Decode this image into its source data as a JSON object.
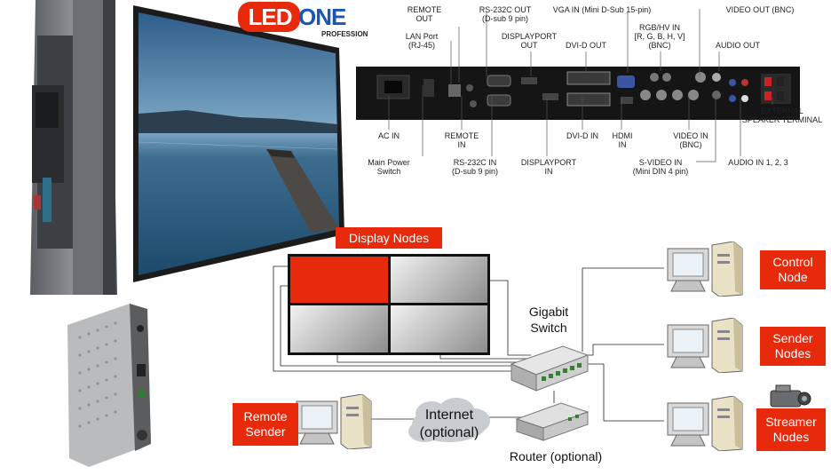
{
  "logo": {
    "part1": "LED",
    "part2": "ONE",
    "tagline": "PROFESSION"
  },
  "ports_top": [
    {
      "id": "remote-out",
      "text": "REMOTE\nOUT"
    },
    {
      "id": "rs232c-out",
      "text": "RS-232C OUT\n(D-sub 9 pin)"
    },
    {
      "id": "vga-in",
      "text": "VGA IN (Mini D-Sub 15-pin)"
    },
    {
      "id": "video-out",
      "text": "VIDEO OUT (BNC)"
    },
    {
      "id": "lan-port",
      "text": "LAN Port\n(RJ-45)"
    },
    {
      "id": "displayport-out",
      "text": "DISPLAYPORT\nOUT"
    },
    {
      "id": "dvi-d-out",
      "text": "DVI-D OUT"
    },
    {
      "id": "rgb-hv-in",
      "text": "RGB/HV IN\n[R, G, B, H, V]\n(BNC)"
    },
    {
      "id": "audio-out",
      "text": "AUDIO OUT"
    }
  ],
  "ports_bottom": [
    {
      "id": "ac-in",
      "text": "AC IN"
    },
    {
      "id": "remote-in",
      "text": "REMOTE\nIN"
    },
    {
      "id": "dvi-d-in",
      "text": "DVI-D IN"
    },
    {
      "id": "hdmi-in",
      "text": "HDMI\nIN"
    },
    {
      "id": "video-in",
      "text": "VIDEO IN\n(BNC)"
    },
    {
      "id": "external-speaker",
      "text": "EXTERNAL\nSPEAKER TERMINAL"
    },
    {
      "id": "main-power",
      "text": "Main Power\nSwitch"
    },
    {
      "id": "rs232c-in",
      "text": "RS-232C IN\n(D-sub 9 pin)"
    },
    {
      "id": "displayport-in",
      "text": "DISPLAYPORT\nIN"
    },
    {
      "id": "s-video-in",
      "text": "S-VIDEO IN\n(Mini DIN 4 pin)"
    },
    {
      "id": "audio-in",
      "text": "AUDIO IN 1, 2, 3"
    }
  ],
  "nodes": {
    "display": "Display Nodes",
    "control": "Control\nNode",
    "sender": "Sender\nNodes",
    "streamer": "Streamer\nNodes",
    "remote_sender": "Remote\nSender"
  },
  "network": {
    "switch": "Gigabit\nSwitch",
    "internet": "Internet\n(optional)",
    "router": "Router (optional)"
  },
  "colors": {
    "accent_red": "#e82a0c",
    "logo_blue": "#1a56b5",
    "panel_black": "#151515"
  }
}
